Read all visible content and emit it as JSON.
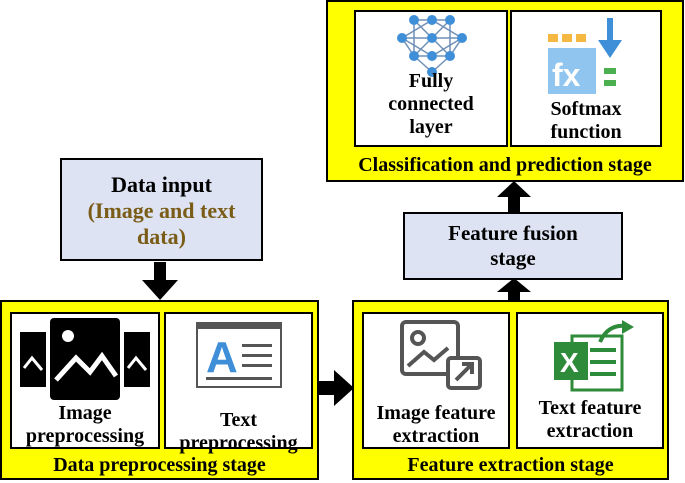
{
  "data_input": {
    "title": "Data input",
    "subtitle_line1": "(Image and text",
    "subtitle_line2": "data)"
  },
  "preprocessing": {
    "stage_label": "Data preprocessing stage",
    "image_label_1": "Image",
    "image_label_2": "preprocessing",
    "text_label_1": "Text",
    "text_label_2": "preprocessing"
  },
  "extraction": {
    "stage_label": "Feature extraction stage",
    "image_label_1": "Image feature",
    "image_label_2": "extraction",
    "text_label_1": "Text feature",
    "text_label_2": "extraction"
  },
  "fusion": {
    "line1": "Feature fusion",
    "line2": "stage"
  },
  "classification": {
    "stage_label": "Classification and prediction stage",
    "fc_label_1": "Fully",
    "fc_label_2": "connected",
    "fc_label_3": "layer",
    "softmax_label_1": "Softmax",
    "softmax_label_2": "function"
  },
  "colors": {
    "stage_fill": "#ffff00",
    "box_fill": "#dde3f2",
    "subtitle_color": "#7a5c17",
    "icon_blue": "#3f8fd8",
    "excel_green": "#2e8b3a"
  },
  "icons": [
    "image-gallery-icon",
    "text-document-icon",
    "image-feature-icon",
    "excel-export-icon",
    "neural-network-icon",
    "function-fx-icon"
  ]
}
